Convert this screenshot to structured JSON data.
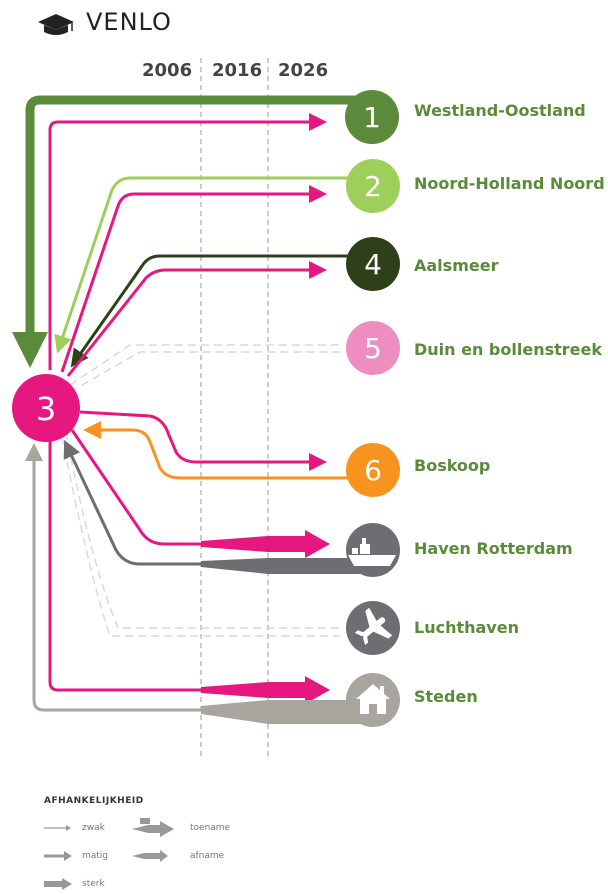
{
  "header": {
    "title": "VENLO",
    "icon": "graduation-cap-icon"
  },
  "years": [
    "2006",
    "2016",
    "2026"
  ],
  "center_node": {
    "number": "3",
    "color": "#e6177f"
  },
  "regions": [
    {
      "id": "westland",
      "number": "1",
      "label": "Westland-Oostland",
      "color": "#5b8a3a"
    },
    {
      "id": "noord-holland",
      "number": "2",
      "label": "Noord-Holland Noord",
      "color": "#9fcf5b"
    },
    {
      "id": "aalsmeer",
      "number": "4",
      "label": "Aalsmeer",
      "color": "#2d4019"
    },
    {
      "id": "duin",
      "number": "5",
      "label": "Duin en bollenstreek",
      "color": "#ee8ec0"
    },
    {
      "id": "boskoop",
      "number": "6",
      "label": "Boskoop",
      "color": "#f7931e"
    },
    {
      "id": "haven",
      "icon": "ship-icon",
      "label": "Haven Rotterdam",
      "color": "#6d6e71"
    },
    {
      "id": "luchthaven",
      "icon": "airplane-icon",
      "label": "Luchthaven",
      "color": "#6d6e71"
    },
    {
      "id": "steden",
      "icon": "house-icon",
      "label": "Steden",
      "color": "#a7a59d"
    }
  ],
  "legend": {
    "title": "AFHANKELIJKHEID",
    "items": [
      "zwak",
      "matig",
      "sterk",
      "toename",
      "afname"
    ]
  },
  "colors": {
    "pink": "#e6177f",
    "dark_green": "#5b8a3a",
    "light_green": "#9fcf5b",
    "darkest_green": "#2d4019",
    "orange": "#f7931e",
    "grey": "#6d6e71",
    "light_grey": "#a7a59d",
    "label_green": "#5b8a3a"
  }
}
